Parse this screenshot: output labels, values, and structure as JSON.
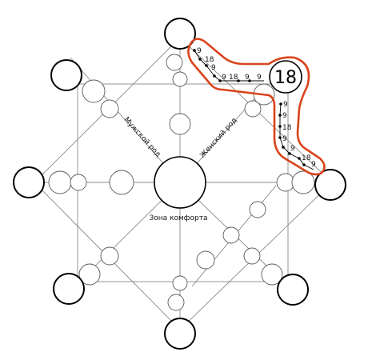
{
  "labels": {
    "male": "Мужской род",
    "female": "Женский род",
    "comfort_zone": "Зона комфорта"
  },
  "path_top": [
    "9",
    "18",
    "9",
    "9",
    "18",
    "9",
    "9"
  ],
  "path_right": [
    "9",
    "9",
    "18",
    "9",
    "9",
    "18",
    "9"
  ],
  "big_node": "18",
  "colors": {
    "highlight": "#d9441c"
  }
}
